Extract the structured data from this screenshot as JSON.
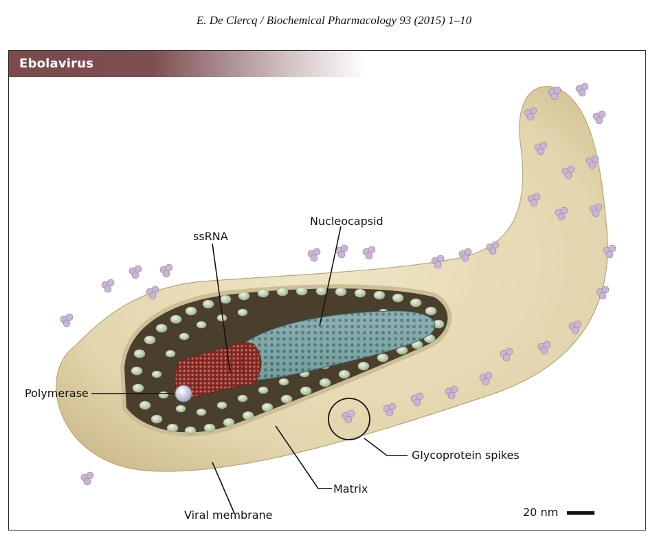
{
  "header": {
    "running_head": "E. De Clercq / Biochemical Pharmacology 93 (2015) 1–10"
  },
  "figure": {
    "title": "Ebolavirus",
    "labels": {
      "ssrna": "ssRNA",
      "nucleocapsid": "Nucleocapsid",
      "polymerase": "Polymerase",
      "glycoprotein_spikes": "Glycoprotein spikes",
      "matrix": "Matrix",
      "viral_membrane": "Viral membrane"
    },
    "scale_bar": {
      "label": "20 nm"
    },
    "colors": {
      "membrane": "#e8dcb8",
      "membrane_shadow": "#c9b887",
      "interior": "#4a3f2c",
      "matrix_protein": "#cfdcbf",
      "nucleocapsid": "#7fa7a8",
      "ssrna": "#b5463c",
      "polymerase": "#dfe0ee",
      "glycoprotein": "#c9b6d3"
    }
  }
}
